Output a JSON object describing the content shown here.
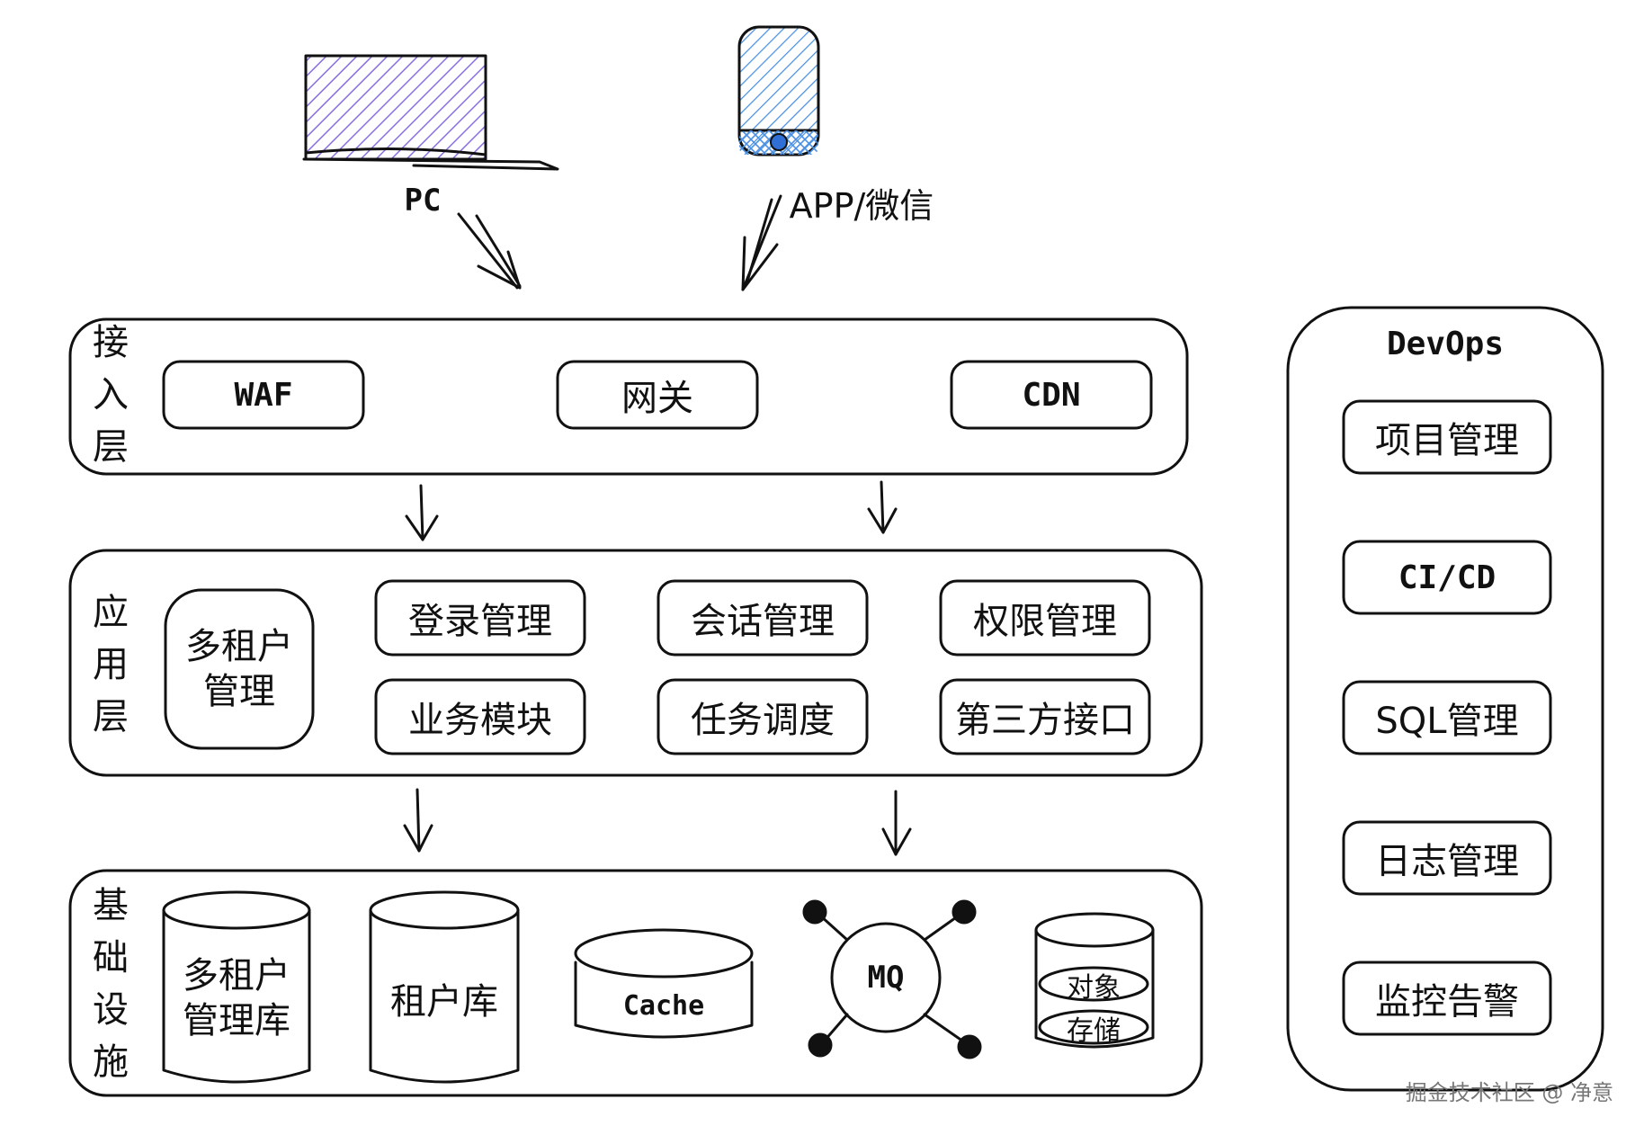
{
  "clients": {
    "pc_label": "PC",
    "app_label": "APP/微信"
  },
  "layers": {
    "access": {
      "title_chars": [
        "接",
        "入",
        "层"
      ],
      "items": [
        "WAF",
        "网关",
        "CDN"
      ]
    },
    "application": {
      "title_chars": [
        "应",
        "用",
        "层"
      ],
      "tenant_mgmt": [
        "多租户",
        "管理"
      ],
      "items": [
        "登录管理",
        "会话管理",
        "权限管理",
        "业务模块",
        "任务调度",
        "第三方接口"
      ]
    },
    "infrastructure": {
      "title_chars": [
        "基",
        "础",
        "设",
        "施"
      ],
      "tenant_db": [
        "多租户",
        "管理库"
      ],
      "tenant_store": "租户库",
      "cache": "Cache",
      "mq": "MQ",
      "object_storage": [
        "对象",
        "存储"
      ]
    }
  },
  "devops": {
    "title": "DevOps",
    "items": [
      "项目管理",
      "CI/CD",
      "SQL管理",
      "日志管理",
      "监控告警"
    ]
  },
  "watermark": "掘金技术社区 @ 净意",
  "colors": {
    "stroke": "#111111",
    "laptop_hatch": "#8a6fe0",
    "phone_hatch": "#4a90e2",
    "phone_dot": "#2f6fd6"
  }
}
